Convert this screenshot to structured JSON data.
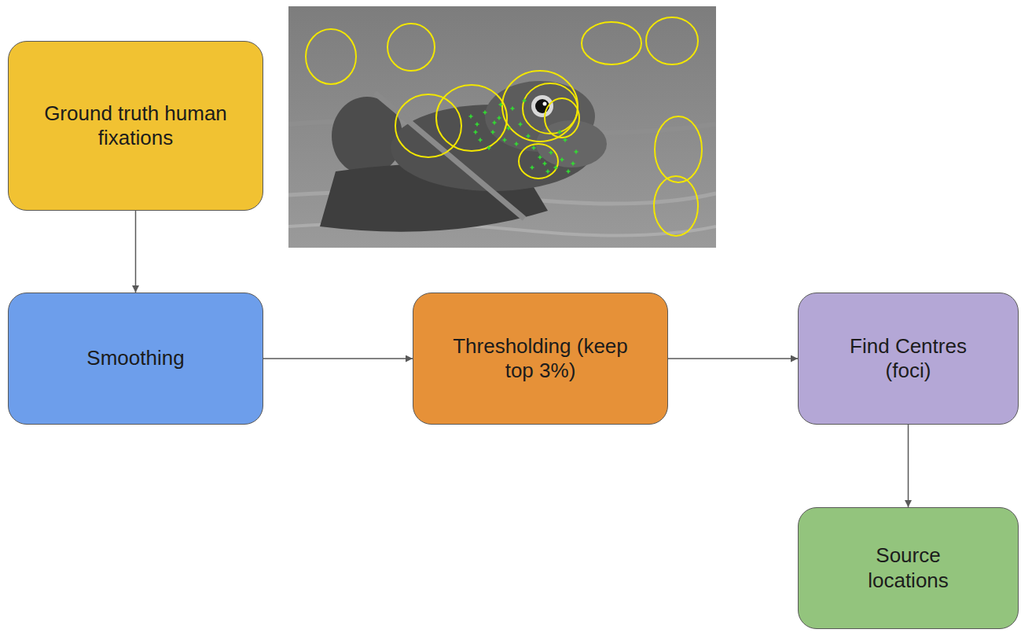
{
  "diagram": {
    "nodes": [
      {
        "text": [
          "Ground truth human fixations"
        ]
      },
      {
        "text": [
          "Smoothing"
        ]
      },
      {
        "text": [
          "Thresholding (keep top 3%)"
        ]
      },
      {
        "text": [
          "Find Centres (foci)"
        ]
      },
      {
        "text": [
          "Source locations"
        ]
      }
    ],
    "edges": [
      {
        "from": 0,
        "to": 1,
        "arrow": "to"
      },
      {
        "from": 1,
        "to": 2,
        "arrow": "to"
      },
      {
        "from": 2,
        "to": 3,
        "arrow": "to"
      },
      {
        "from": 3,
        "to": 4,
        "arrow": "to"
      }
    ]
  }
}
